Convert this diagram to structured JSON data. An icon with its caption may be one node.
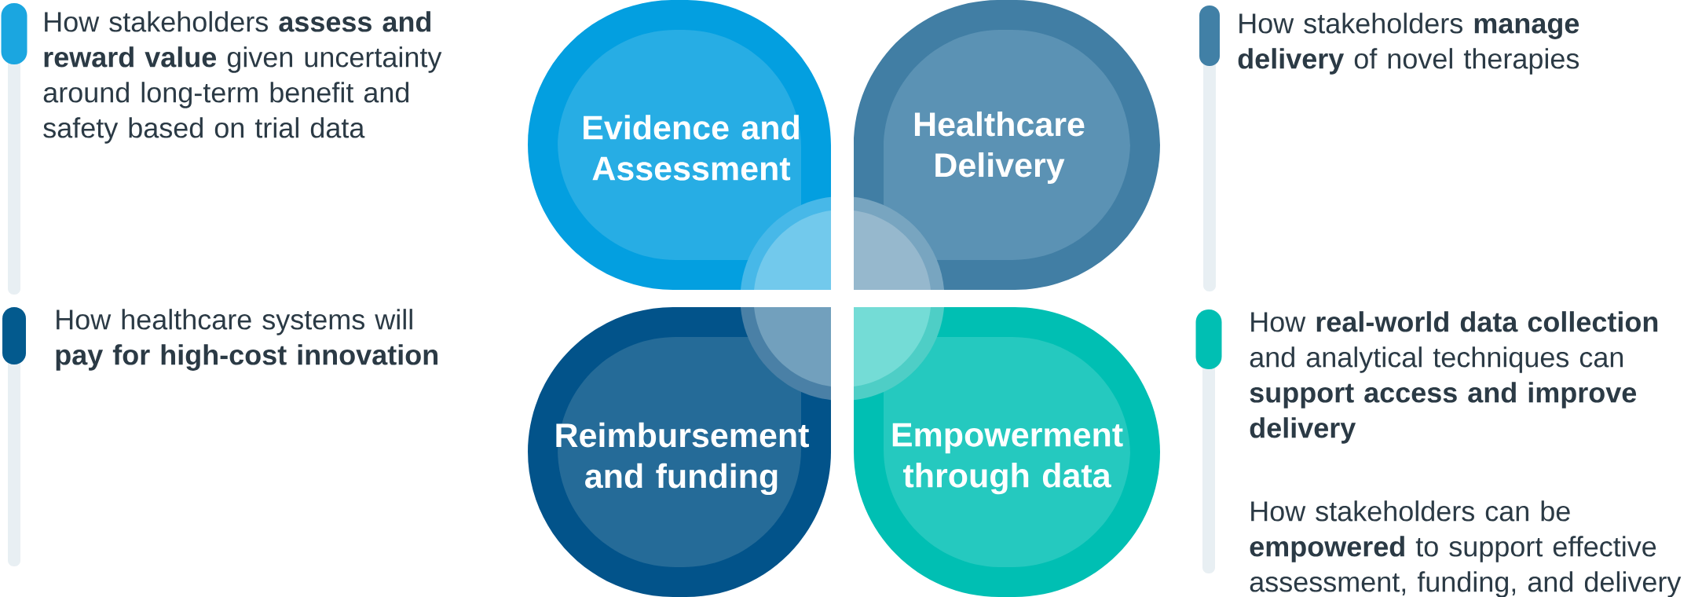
{
  "diagram": {
    "nodes": [
      {
        "text": [
          "Evidence and Assessment"
        ]
      },
      {
        "text": [
          "Healthcare Delivery"
        ]
      },
      {
        "text": [
          "Reimbursement and funding"
        ]
      },
      {
        "text": [
          "Empowerment through data"
        ]
      }
    ],
    "labels": [
      "How stakeholders **assess and reward value** given uncertainty around long-term benefit and safety based on trial data",
      "How stakeholders **manage delivery** of novel therapies",
      "How healthcare systems will **pay for high-cost innovation**",
      "How **real-world data collection** and analytical techniques can **support access and improve delivery**",
      "How stakeholders can be **empowered** to support effective assessment, funding, and delivery"
    ]
  }
}
